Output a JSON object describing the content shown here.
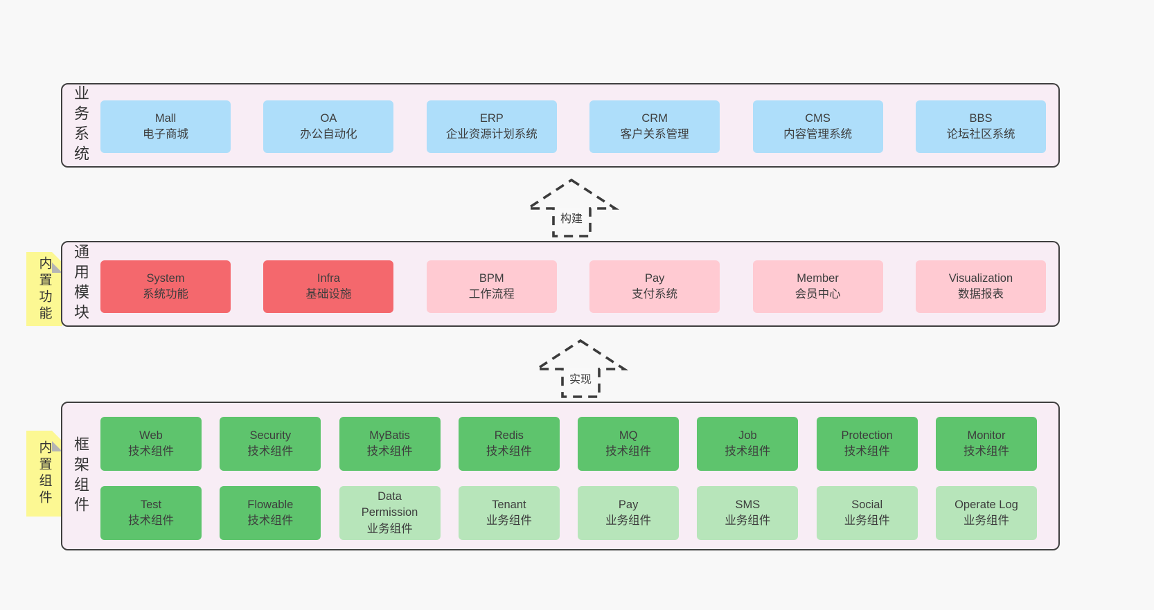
{
  "colors": {
    "page_bg": "#f8f8f8",
    "panel_bg": "#f8edf5",
    "panel_border": "#3f3f3f",
    "blue": "#aedefa",
    "red": "#f4686d",
    "pink": "#ffcad2",
    "green": "#5ec46d",
    "lightgreen": "#b7e5ba",
    "sticky_yellow": "#fcf893",
    "fold_gray": "#b5b5b5",
    "text": "#3d3d3d"
  },
  "arrows": [
    {
      "label": "构建"
    },
    {
      "label": "实现"
    }
  ],
  "stickies": [
    {
      "label": "内置功能"
    },
    {
      "label": "内置组件"
    }
  ],
  "panels": [
    {
      "label": "业务系统",
      "rows": [
        [
          {
            "en": "Mall",
            "zh": "电子商城",
            "variant": "blue"
          },
          {
            "en": "OA",
            "zh": "办公自动化",
            "variant": "blue"
          },
          {
            "en": "ERP",
            "zh": "企业资源计划系统",
            "variant": "blue"
          },
          {
            "en": "CRM",
            "zh": "客户关系管理",
            "variant": "blue"
          },
          {
            "en": "CMS",
            "zh": "内容管理系统",
            "variant": "blue"
          },
          {
            "en": "BBS",
            "zh": "论坛社区系统",
            "variant": "blue"
          }
        ]
      ]
    },
    {
      "label": "通用模块",
      "rows": [
        [
          {
            "en": "System",
            "zh": "系统功能",
            "variant": "red"
          },
          {
            "en": "Infra",
            "zh": "基础设施",
            "variant": "red"
          },
          {
            "en": "BPM",
            "zh": "工作流程",
            "variant": "pink"
          },
          {
            "en": "Pay",
            "zh": "支付系统",
            "variant": "pink"
          },
          {
            "en": "Member",
            "zh": "会员中心",
            "variant": "pink"
          },
          {
            "en": "Visualization",
            "zh": "数据报表",
            "variant": "pink"
          }
        ]
      ]
    },
    {
      "label": "框架组件",
      "rows": [
        [
          {
            "en": "Web",
            "zh": "技术组件",
            "variant": "green"
          },
          {
            "en": "Security",
            "zh": "技术组件",
            "variant": "green"
          },
          {
            "en": "MyBatis",
            "zh": "技术组件",
            "variant": "green"
          },
          {
            "en": "Redis",
            "zh": "技术组件",
            "variant": "green"
          },
          {
            "en": "MQ",
            "zh": "技术组件",
            "variant": "green"
          },
          {
            "en": "Job",
            "zh": "技术组件",
            "variant": "green"
          },
          {
            "en": "Protection",
            "zh": "技术组件",
            "variant": "green"
          },
          {
            "en": "Monitor",
            "zh": "技术组件",
            "variant": "green"
          }
        ],
        [
          {
            "en": "Test",
            "zh": "技术组件",
            "variant": "green"
          },
          {
            "en": "Flowable",
            "zh": "技术组件",
            "variant": "green"
          },
          {
            "en": "Data\nPermission",
            "zh": "业务组件",
            "variant": "lightgreen"
          },
          {
            "en": "Tenant",
            "zh": "业务组件",
            "variant": "lightgreen"
          },
          {
            "en": "Pay",
            "zh": "业务组件",
            "variant": "lightgreen"
          },
          {
            "en": "SMS",
            "zh": "业务组件",
            "variant": "lightgreen"
          },
          {
            "en": "Social",
            "zh": "业务组件",
            "variant": "lightgreen"
          },
          {
            "en": "Operate Log",
            "zh": "业务组件",
            "variant": "lightgreen"
          }
        ]
      ]
    }
  ]
}
